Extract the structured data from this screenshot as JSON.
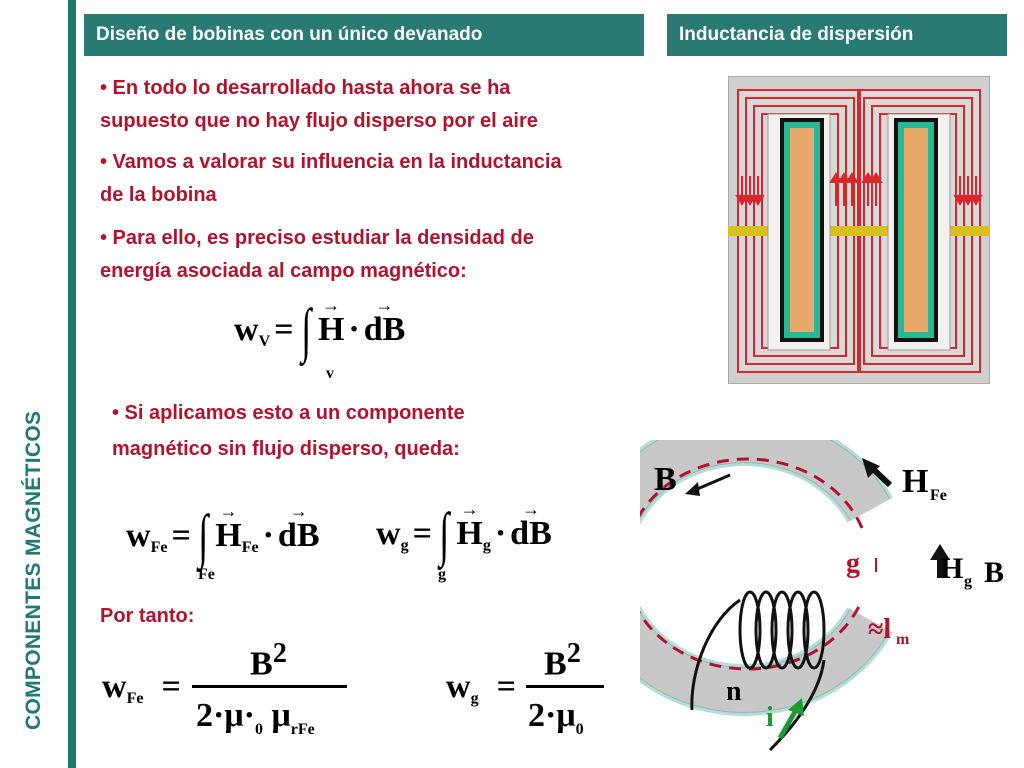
{
  "side_label": "COMPONENTES MAGNÉTICOS",
  "header": {
    "left": "Diseño de bobinas con un único devanado",
    "right": "Inductancia de dispersión"
  },
  "bullets": [
    "• En todo lo desarrollado hasta ahora se ha",
    "supuesto que no hay flujo disperso por el aire",
    "• Vamos a valorar su influencia en la inductancia",
    "de la bobina",
    "• Para ello, es preciso estudiar la densidad de",
    "energía asociada al campo magnético:",
    "• Si aplicamos esto a un componente",
    "magnético sin flujo disperso, queda:"
  ],
  "por_tanto": "Por tanto:",
  "equations": {
    "wv": {
      "w": "w",
      "sub": "V",
      "eq": "=",
      "H": "H",
      "dot": "·",
      "dB": "dB",
      "limit": "v"
    },
    "wfe": {
      "w": "w",
      "sub": "Fe",
      "eq": "=",
      "H": "H",
      "Hsub": "Fe",
      "dot": "·",
      "dB": "dB",
      "limit": "Fe"
    },
    "wg": {
      "w": "w",
      "sub": "g",
      "eq": "=",
      "H": "H",
      "Hsub": "g",
      "dot": "·",
      "dB": "dB",
      "limit": "g"
    },
    "wfe2": {
      "w": "w",
      "sub": "Fe",
      "eq": "=",
      "num": "B",
      "exp": "2",
      "den": "2·μ·",
      "den_sub0": "0",
      "den_mu": "μ",
      "den_sub": "rFe"
    },
    "wg2": {
      "w": "w",
      "sub": "g",
      "eq": "=",
      "num": "B",
      "exp": "2",
      "den": "2·μ",
      "den_sub": "0"
    }
  },
  "toroid_labels": {
    "B1": "B",
    "H": "H",
    "Hsub": "Fe",
    "g": "g",
    "Hg": "H",
    "Hgsub": "g",
    "B2": "B",
    "lm": "≈l",
    "lmsub": "m",
    "n": "n",
    "i": "i"
  },
  "colors": {
    "accent": "#2a7a74",
    "text_red": "#b0142c",
    "coil_red": "#d8262a",
    "core_gray": "#c8c8c8"
  }
}
